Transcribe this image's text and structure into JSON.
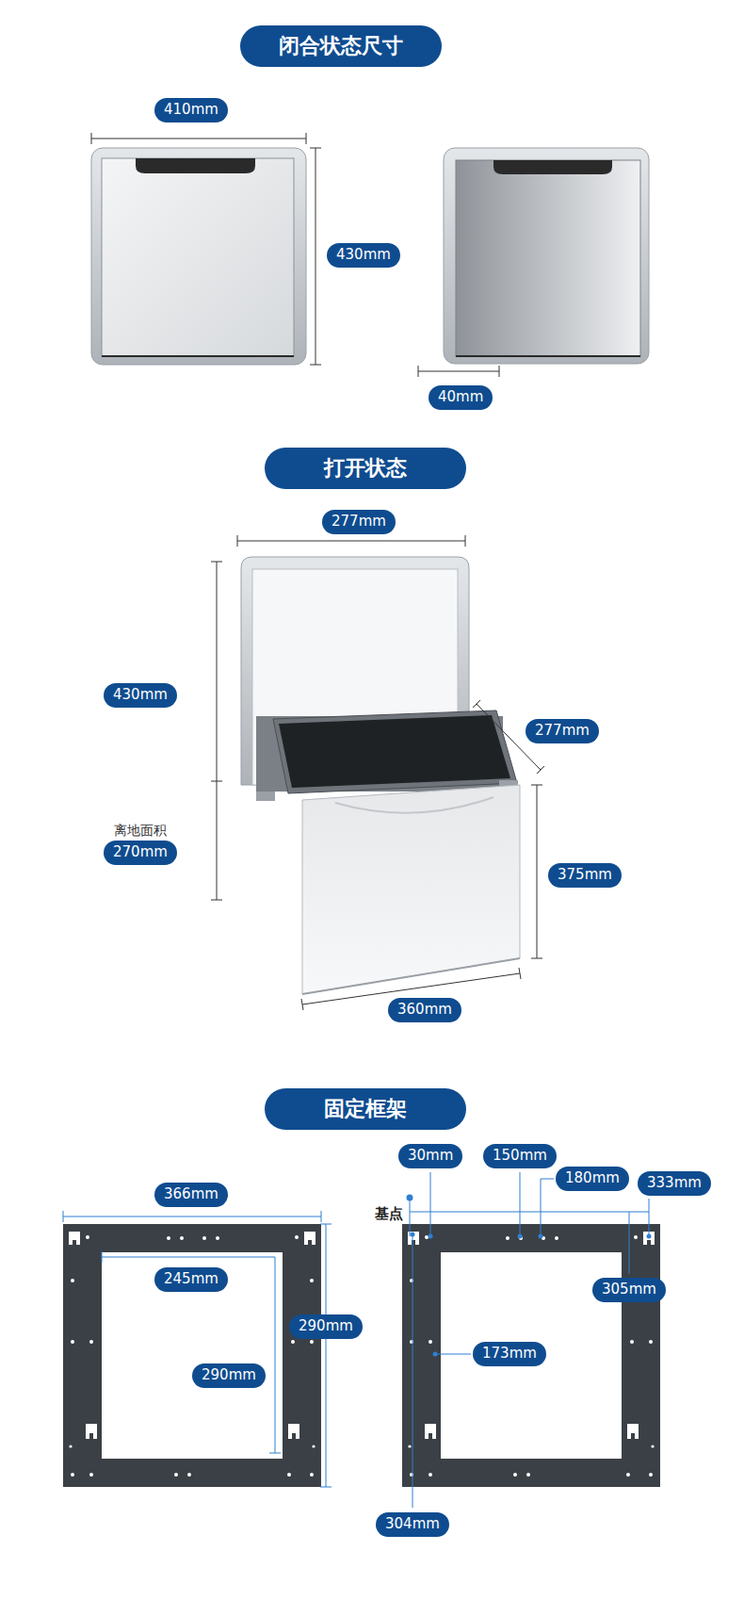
{
  "diagram": {
    "nodes": [
      {
        "text": [
          "闭合状态尺寸"
        ]
      },
      {
        "text": [
          "410mm"
        ]
      },
      {
        "text": [
          "430mm"
        ]
      },
      {
        "text": [
          "40mm"
        ]
      },
      {
        "text": [
          "打开状态"
        ]
      },
      {
        "text": [
          "277mm"
        ]
      },
      {
        "text": [
          "430mm"
        ]
      },
      {
        "text": [
          "277mm"
        ]
      },
      {
        "text": [
          "离地面积",
          "270mm"
        ]
      },
      {
        "text": [
          "375mm"
        ]
      },
      {
        "text": [
          "360mm"
        ]
      },
      {
        "text": [
          "固定框架"
        ]
      },
      {
        "text": [
          "366mm"
        ]
      },
      {
        "text": [
          "245mm"
        ]
      },
      {
        "text": [
          "290mm"
        ]
      },
      {
        "text": [
          "290mm"
        ]
      },
      {
        "text": [
          "30mm"
        ]
      },
      {
        "text": [
          "150mm"
        ]
      },
      {
        "text": [
          "180mm"
        ]
      },
      {
        "text": [
          "333mm"
        ]
      },
      {
        "text": [
          "305mm"
        ]
      },
      {
        "text": [
          "173mm"
        ]
      },
      {
        "text": [
          "304mm"
        ]
      }
    ],
    "labels": [
      "基点"
    ]
  }
}
